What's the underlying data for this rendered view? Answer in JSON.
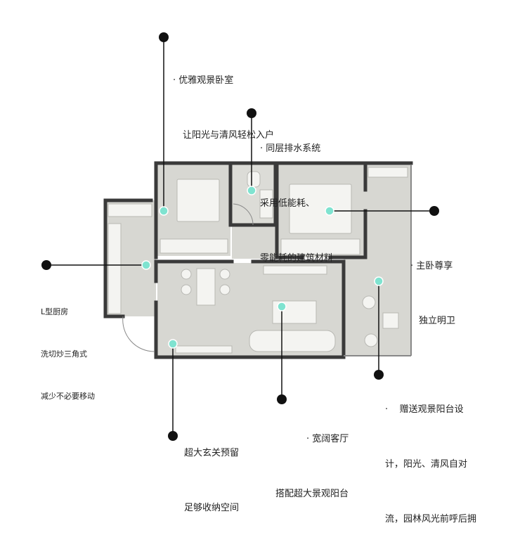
{
  "annotations": {
    "bedroom2": {
      "line1": "· 优雅观景卧室",
      "line2": "让阳光与清风轻松入户"
    },
    "drainage": {
      "line1": "· 同层排水系统",
      "line2": "采用低能耗、",
      "line3": "零能耗的建筑材料"
    },
    "master": {
      "line1": "· 主卧尊享",
      "line2": "独立明卫"
    },
    "kitchen": {
      "line1": "L型厨房",
      "line2": "洗切炒三角式",
      "line3": "减少不必要移动"
    },
    "balcony": {
      "line1": "·    赠送观景阳台设",
      "line2": "计，阳光、清风自对",
      "line3": "流，园林风光前呼后拥"
    },
    "living": {
      "line1": "· 宽阔客厅",
      "line2": "搭配超大景观阳台"
    },
    "entrance": {
      "line1": "超大玄关预留",
      "line2": "足够收纳空间"
    }
  },
  "colors": {
    "wall": "#3a3a3a",
    "floor": "#d7d7d2",
    "accent_dot": "#7fe3d0",
    "leader": "#111111"
  }
}
